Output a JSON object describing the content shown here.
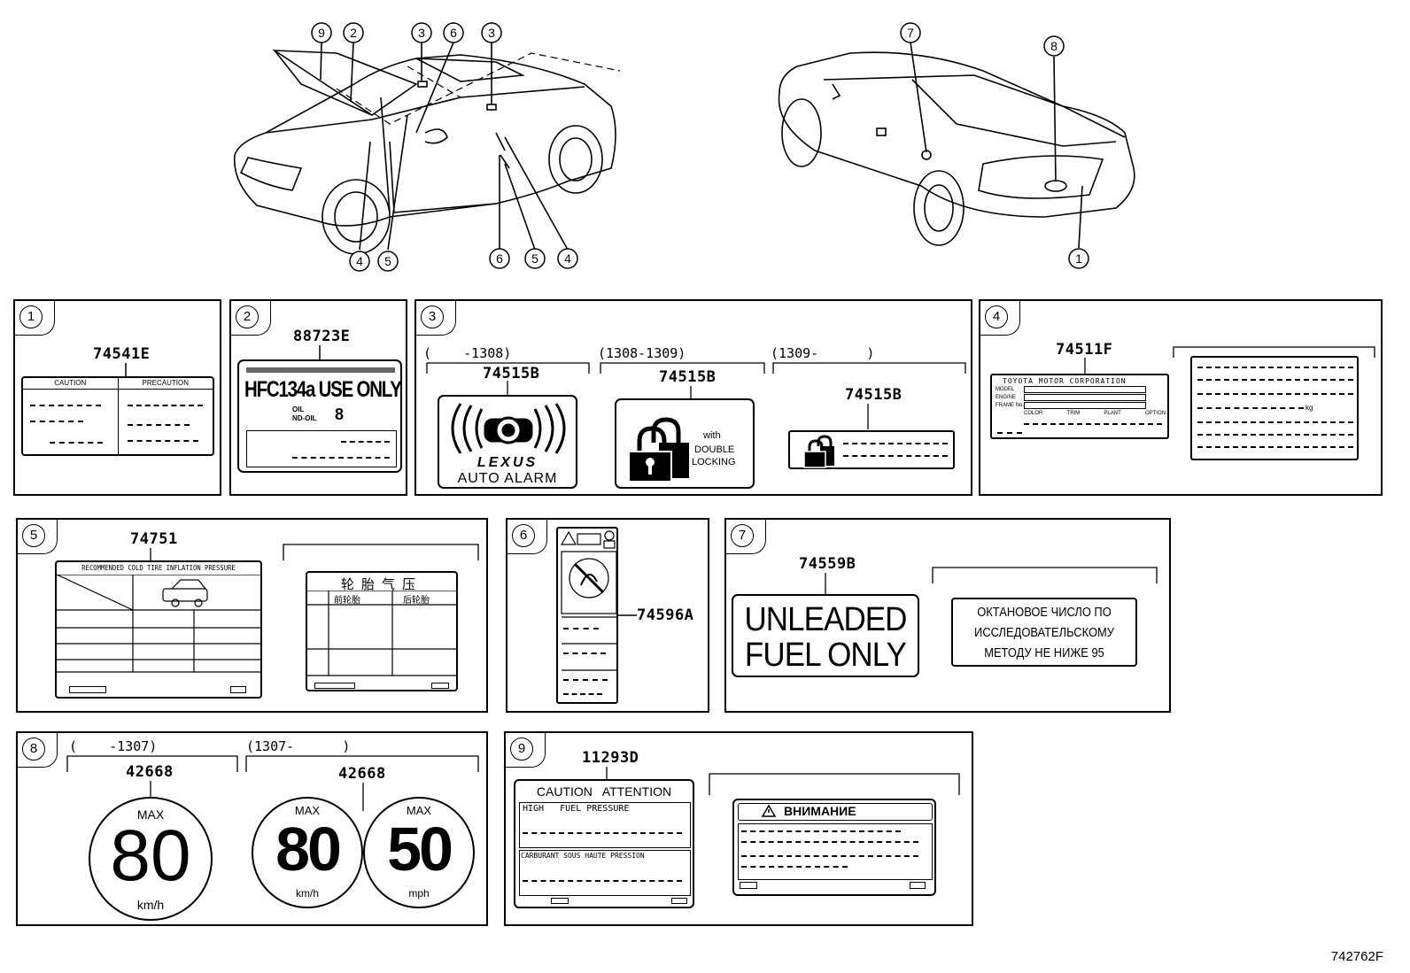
{
  "callouts_top_left": [
    "9",
    "2",
    "3",
    "6",
    "3"
  ],
  "callouts_bottom_left": [
    "4",
    "5",
    "6",
    "5",
    "4"
  ],
  "callouts_right": [
    "7",
    "8",
    "1"
  ],
  "panels": {
    "p1": {
      "num": "1",
      "part": "74541E",
      "caution": "CAUTION",
      "precaution": "PRECAUTION"
    },
    "p2": {
      "num": "2",
      "part": "88723E",
      "main": "HFC134a USE ONLY",
      "oil": "OIL",
      "oil2": "ND-OIL",
      "oil_no": "8"
    },
    "p3": {
      "num": "3",
      "ranges": [
        "(    -1308)",
        "(1308-1309)",
        "(1309-      )"
      ],
      "parts": [
        "74515B",
        "74515B",
        "74515B"
      ],
      "brand": "LEXUS",
      "alarm": "AUTO ALARM",
      "with": "with",
      "double": "DOUBLE",
      "locking": "LOCKING"
    },
    "p4": {
      "num": "4",
      "part": "74511F",
      "maker": "TOYOTA MOTOR CORPORATION",
      "fields": [
        "MODEL",
        "ENGINE",
        "FRAME No."
      ],
      "cols": [
        "COLOR",
        "TRIM",
        "PLANT",
        "OPTION"
      ],
      "kg": "kg"
    },
    "p5": {
      "num": "5",
      "part": "74751",
      "title": "RECOMMENDED COLD TIRE INFLATION PRESSURE",
      "cn_title": "轮胎气压",
      "cn_front": "前轮胎",
      "cn_rear": "后轮胎"
    },
    "p6": {
      "num": "6",
      "part": "74596A"
    },
    "p7": {
      "num": "7",
      "part": "74559B",
      "en1": "UNLEADED",
      "en2": "FUEL ONLY",
      "ru1": "ОКТАНОВОЕ ЧИСЛО ПО",
      "ru2": "ИССЛЕДОВАТЕЛЬСКОМУ",
      "ru3": "МЕТОДУ НЕ НИЖЕ 95"
    },
    "p8": {
      "num": "8",
      "ranges": [
        "(    -1307)",
        "(1307-      )"
      ],
      "parts": [
        "42668",
        "42668"
      ],
      "max": "MAX",
      "v1": "80",
      "v2": "80",
      "v3": "50",
      "u1": "km/h",
      "u2": "km/h",
      "u3": "mph"
    },
    "p9": {
      "num": "9",
      "part": "11293D",
      "head": "CAUTION   ATTENTION",
      "l1": "HIGH   FUEL PRESSURE",
      "l2": "CARBURANT SOUS HAUTE PRESSION",
      "ru_head": "ВНИМАНИЕ"
    }
  },
  "figure_id": "742762F"
}
